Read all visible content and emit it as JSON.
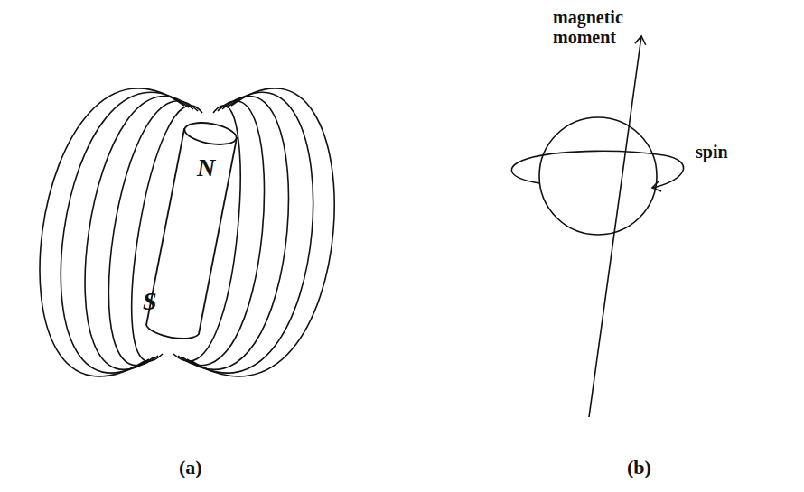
{
  "diagram": {
    "labels": [
      "N",
      "S",
      "magnetic moment",
      "spin",
      "(a)",
      "(b)"
    ]
  }
}
